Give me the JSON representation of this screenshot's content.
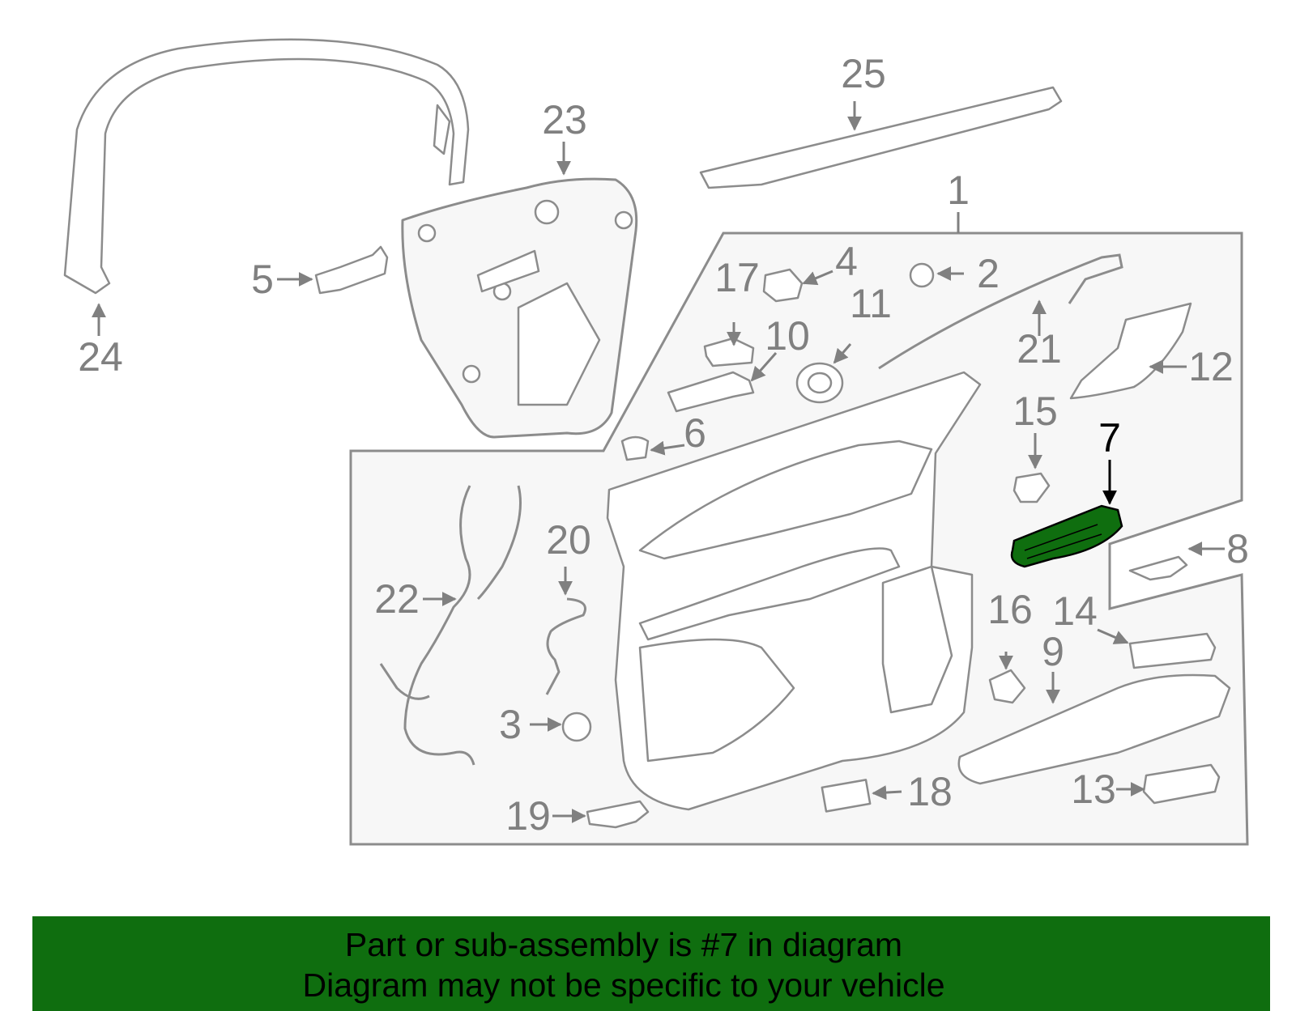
{
  "diagram": {
    "highlighted_part": "7",
    "callouts": [
      "1",
      "2",
      "3",
      "4",
      "5",
      "6",
      "7",
      "8",
      "9",
      "10",
      "11",
      "12",
      "13",
      "14",
      "15",
      "16",
      "17",
      "18",
      "19",
      "20",
      "21",
      "22",
      "23",
      "24",
      "25"
    ],
    "colors": {
      "part_line": "#8c8c8c",
      "label": "#808080",
      "highlight_fill": "#0f6e0f",
      "panel_fill": "#f7f7f7"
    }
  },
  "banner": {
    "line1": "Part or sub-assembly is #7 in diagram",
    "line2": "Diagram may not be specific to your vehicle",
    "background": "#0f6e0f"
  }
}
